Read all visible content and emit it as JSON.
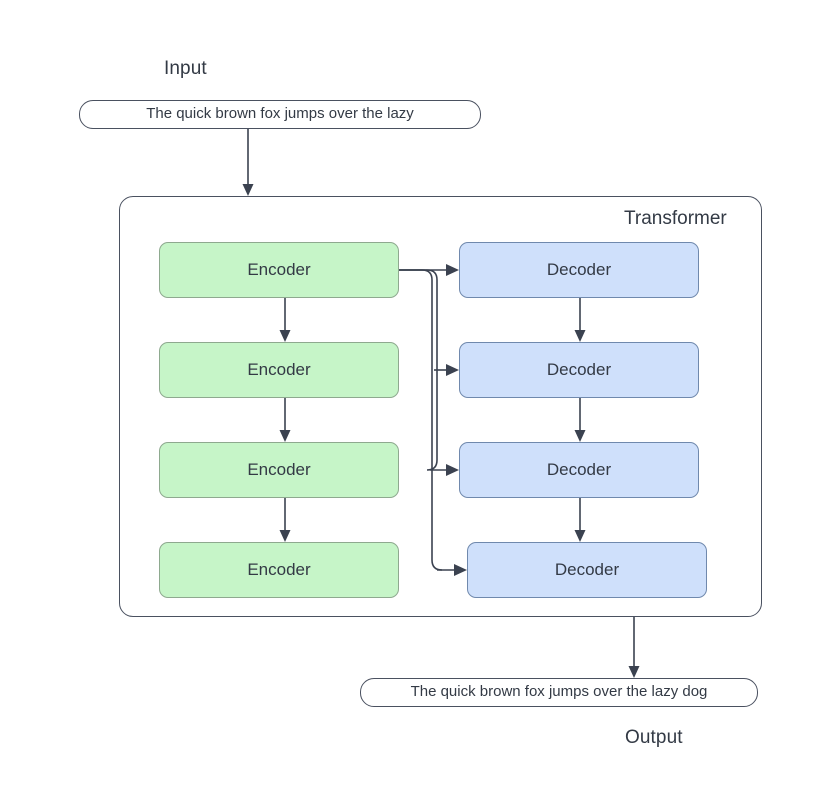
{
  "diagram": {
    "type": "flowchart",
    "title_visible": false,
    "colors": {
      "encoder_fill": "#c6f5c8",
      "encoder_border": "#8ea98f",
      "decoder_fill": "#cfe0fb",
      "decoder_border": "#7089ad",
      "container_border": "#4a5160",
      "textbox_border": "#4a5160",
      "text": "#333a45",
      "connector": "#3b4250",
      "background": "#ffffff"
    }
  },
  "input": {
    "label": "Input",
    "text": "The quick brown fox jumps over the lazy"
  },
  "output": {
    "label": "Output",
    "text": "The quick brown fox jumps over the lazy dog"
  },
  "transformer": {
    "title": "Transformer",
    "encoders": [
      {
        "label": "Encoder"
      },
      {
        "label": "Encoder"
      },
      {
        "label": "Encoder"
      },
      {
        "label": "Encoder"
      }
    ],
    "decoders": [
      {
        "label": "Decoder"
      },
      {
        "label": "Decoder"
      },
      {
        "label": "Decoder"
      },
      {
        "label": "Decoder"
      }
    ]
  }
}
